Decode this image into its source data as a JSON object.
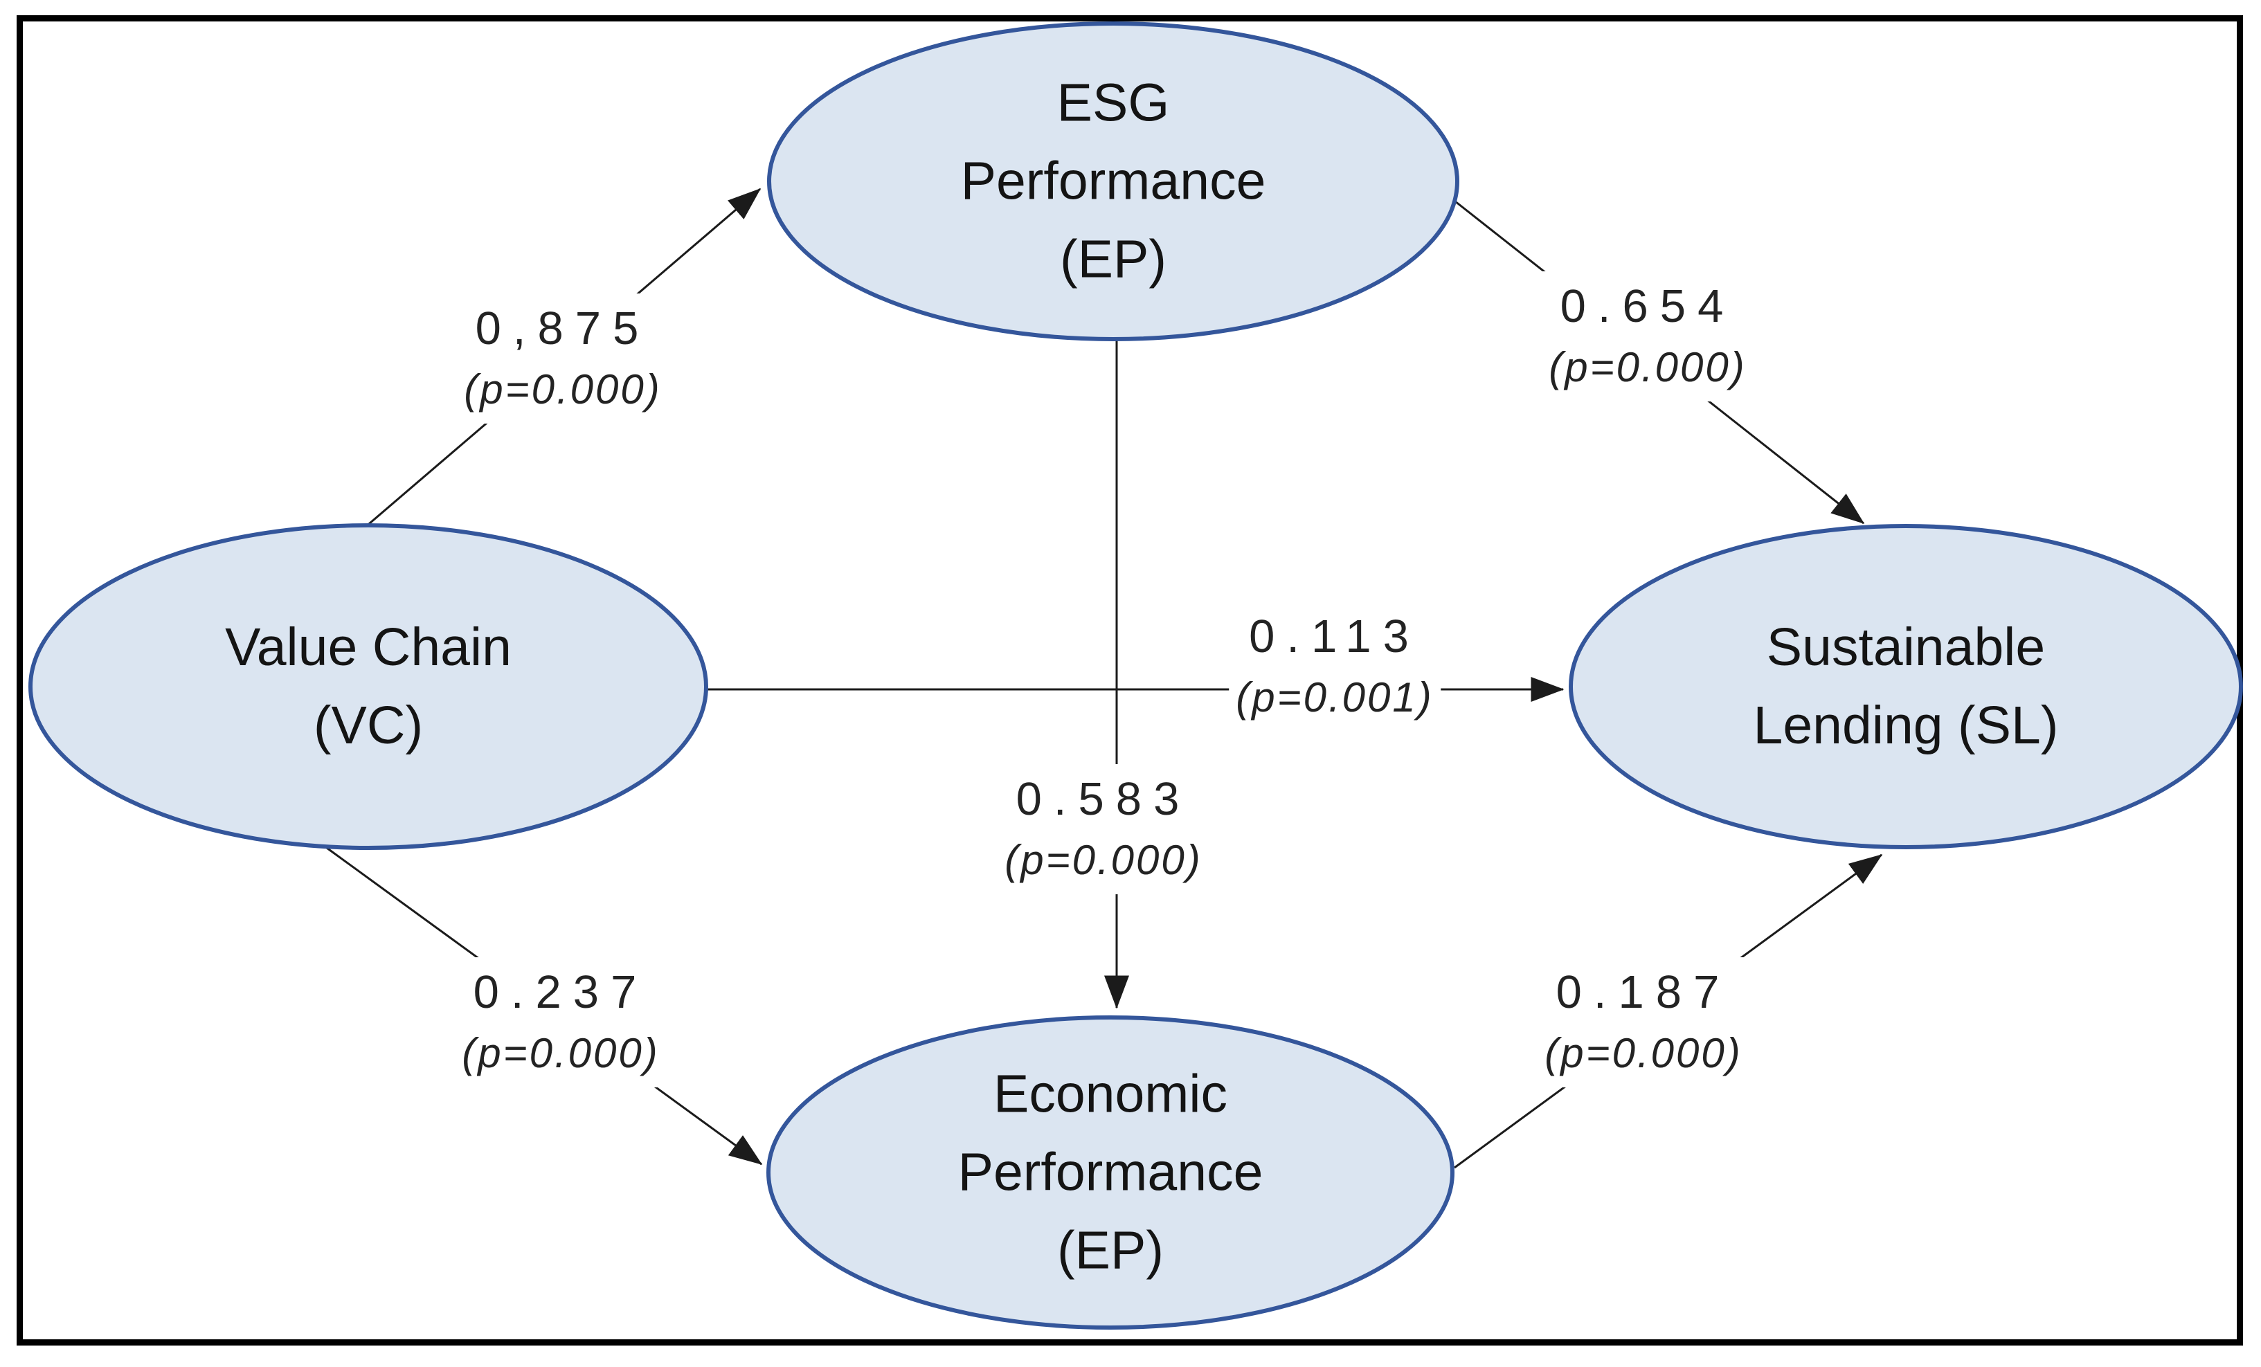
{
  "diagram": {
    "title": "Path model: Value Chain, ESG Performance, Economic Performance, Sustainable Lending",
    "nodes": {
      "esg": {
        "id": "EP-top",
        "lines": [
          "ESG",
          "Performance",
          "(EP)"
        ]
      },
      "vc": {
        "id": "VC",
        "lines": [
          "Value Chain",
          "(VC)"
        ]
      },
      "sl": {
        "id": "SL",
        "lines": [
          "Sustainable",
          "Lending (SL)"
        ]
      },
      "ep": {
        "id": "EP-bottom",
        "lines": [
          "Economic",
          "Performance",
          "(EP)"
        ]
      }
    },
    "edges": {
      "vc_esg": {
        "from": "VC",
        "to": "ESG",
        "coef": "0,875",
        "p": "(p=0.000)"
      },
      "esg_sl": {
        "from": "ESG",
        "to": "SL",
        "coef": "0.654",
        "p": "(p=0.000)"
      },
      "vc_sl": {
        "from": "VC",
        "to": "SL",
        "coef": "0.113",
        "p": "(p=0.001)"
      },
      "esg_ep": {
        "from": "ESG",
        "to": "EP",
        "coef": "0.583",
        "p": "(p=0.000)"
      },
      "vc_ep": {
        "from": "VC",
        "to": "EP",
        "coef": "0.237",
        "p": "(p=0.000)"
      },
      "ep_sl": {
        "from": "EP",
        "to": "SL",
        "coef": "0.187",
        "p": "(p=0.000)"
      }
    },
    "colors": {
      "node_fill": "#dbe5f1",
      "node_border": "#34569b",
      "arrow": "#1b1b1b",
      "frame": "#000000",
      "background": "#ffffff"
    }
  }
}
